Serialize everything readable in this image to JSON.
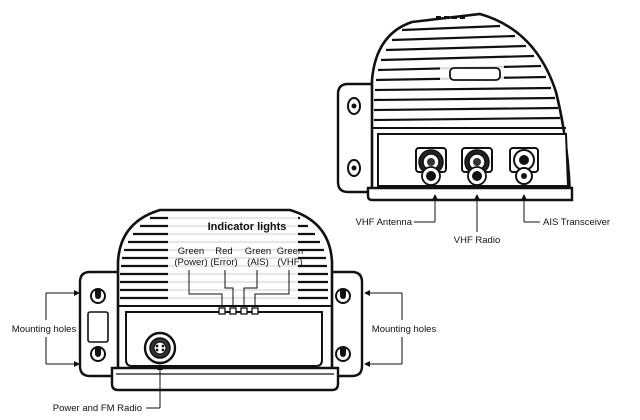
{
  "indicator_title": "Indicator lights",
  "leds": [
    {
      "line1": "Green",
      "line2": "(Power)"
    },
    {
      "line1": "Red",
      "line2": "(Error)"
    },
    {
      "line1": "Green",
      "line2": "(AIS)"
    },
    {
      "line1": "Green",
      "line2": "(VHF)"
    }
  ],
  "mounting_holes_left": "Mounting holes",
  "mounting_holes_right": "Mounting holes",
  "power_fm_radio": "Power and FM Radio",
  "vhf_antenna": "VHF Antenna",
  "vhf_radio": "VHF Radio",
  "ais_transceiver": "AIS Transceiver",
  "colors": {
    "outline": "#111111",
    "background": "#ffffff"
  }
}
